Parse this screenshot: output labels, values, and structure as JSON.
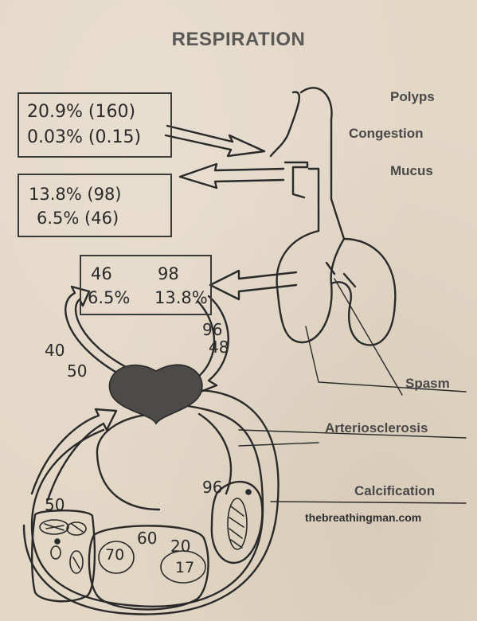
{
  "title": "RESPIRATION",
  "labels": {
    "polyps": "Polyps",
    "congestion": "Congestion",
    "mucus": "Mucus",
    "spasm": "Spasm",
    "arteriosclerosis": "Arteriosclerosis",
    "calcification": "Calcification"
  },
  "inhaled_box": {
    "line1": "20.9% (160)",
    "line2": "0.03% (0.15)"
  },
  "exhaled_box": {
    "line1": "13.8% (98)",
    "line2": "6.5% (46)"
  },
  "alveolar_box": {
    "top_left": "46",
    "top_right": "98",
    "bottom_left": "6.5%",
    "bottom_right": "13.8%"
  },
  "numbers": {
    "venous_1": "40",
    "venous_2": "50",
    "arterial_1": "96",
    "arterial_2": "48",
    "tissue_art": "96",
    "tissue_ven": "50",
    "cell_1": "60",
    "cell_2": "20",
    "cell_3": "70",
    "cell_4": "17"
  },
  "website": "thebreathingman.com",
  "colors": {
    "paper": "#e3d7c6",
    "ink": "#2a2a2a",
    "heading": "#5b5858",
    "heart": "#4d4b49"
  }
}
